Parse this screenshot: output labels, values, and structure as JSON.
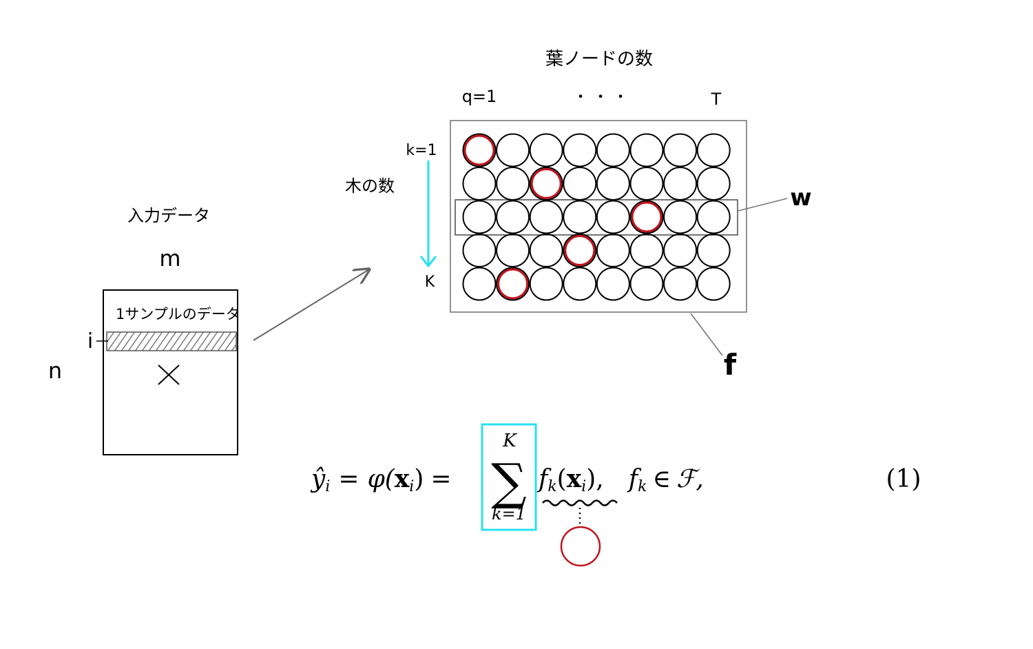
{
  "input": {
    "title": "入力データ",
    "cols_label": "m",
    "rows_label": "n",
    "row_index_label": "i",
    "sample_label": "1サンプルのデータ",
    "matrix_symbol": "X"
  },
  "trees": {
    "leaf_title": "葉ノードの数",
    "q_first": "q=1",
    "q_dots": "・ ・ ・",
    "q_last": "T",
    "tree_title": "木の数",
    "k_first": "k=1",
    "k_last": "K",
    "row_label": "w",
    "box_label": "f",
    "rows": 5,
    "cols": 8,
    "highlighted": [
      0,
      2,
      5,
      3,
      1
    ],
    "selected_row": 2,
    "accent_color": "#29e0ef",
    "highlight_color": "#c0141c"
  },
  "formula": {
    "lhs": "ŷ",
    "lhs_sub": "i",
    "eq1": "=",
    "phi": "φ(",
    "x1": "x",
    "x1_sub": "i",
    "close1": ")",
    "eq2": "=",
    "sum_symbol": "∑",
    "sum_upper": "K",
    "sum_lower": "k=1",
    "f": "f",
    "f_sub": "k",
    "open2": "(",
    "x2": "x",
    "x2_sub": "i",
    "close2": "),",
    "f3": "f",
    "f3_sub": "k",
    "in_symbol": "∈",
    "F_symbol": "ℱ,",
    "number": "(1)"
  }
}
